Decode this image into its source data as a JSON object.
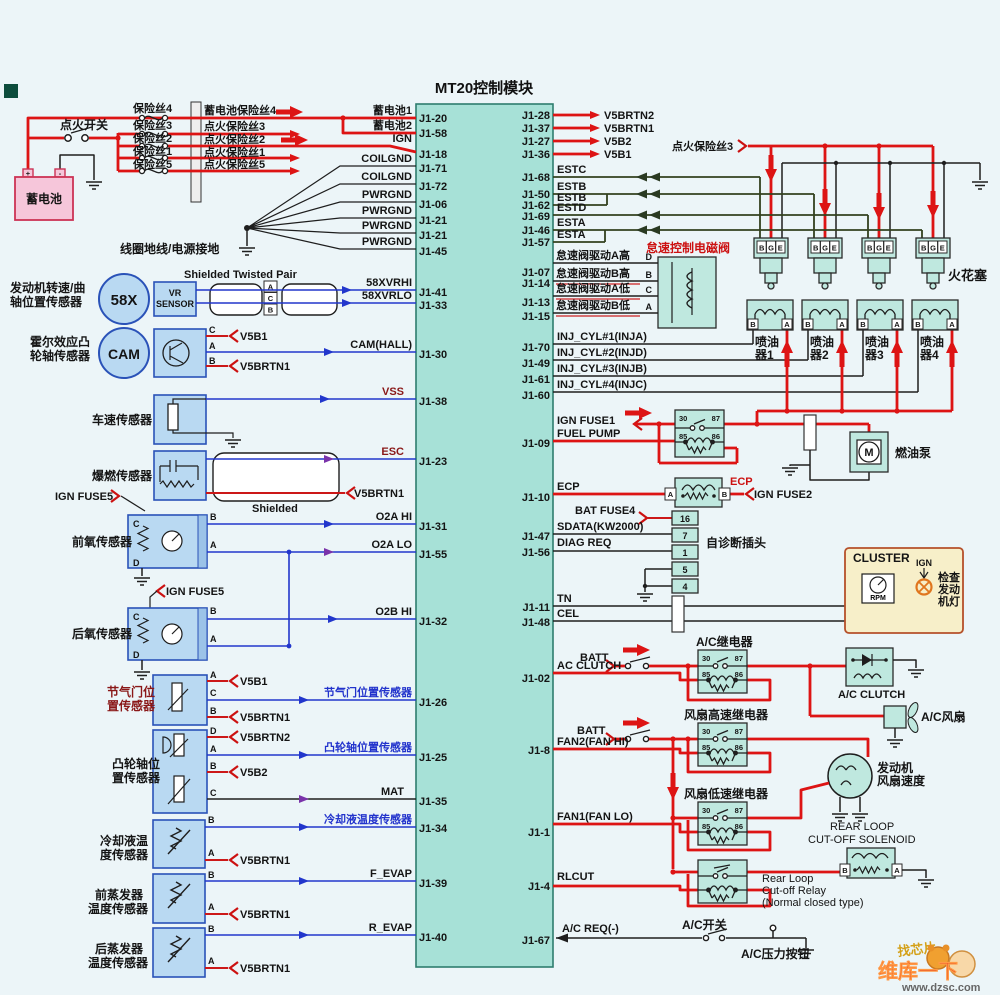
{
  "title": "MT20控制模块",
  "colors": {
    "power_wire": "#dd1414",
    "signal_wire": "#1e1e1e",
    "sensor_wire": "#2236cc",
    "est_wire": "#33411f",
    "module_fill": "#a7e1d7",
    "component_fill": "#bfe8df",
    "sensor_fill": "#b9d9f2",
    "battery_fill": "#f6c6da",
    "cluster_fill": "#f7efc9",
    "highlight_red": "#cc1111",
    "blue_label": "#2233cc"
  },
  "letters": {
    "a": "A",
    "b": "B",
    "c": "C",
    "d": "D"
  },
  "power": {
    "battery": "蓄电池",
    "plus": "+",
    "minus": "-",
    "ignition_switch": "点火开关",
    "fuses": [
      "保险丝4",
      "保险丝3",
      "保险丝2",
      "保险丝1",
      "保险丝5"
    ],
    "fuse_outputs": [
      "蓄电池保险丝4",
      "点火保险丝3",
      "点火保险丝2",
      "点火保险丝1",
      "点火保险丝5"
    ],
    "coil_ground": "线圈地线/电源接地"
  },
  "module": {
    "left_pins": [
      "J1-20",
      "J1-58",
      "J1-18",
      "J1-71",
      "J1-72",
      "J1-06",
      "J1-21",
      "J1-21",
      "J1-45",
      "J1-41",
      "J1-33",
      "J1-30",
      "J1-38",
      "J1-23",
      "J1-31",
      "J1-55",
      "J1-32",
      "J1-26",
      "J1-25",
      "J1-35",
      "J1-34",
      "J1-39",
      "J1-40"
    ],
    "left_wire_labels": [
      "蓄电池1",
      "蓄电池2",
      "IGN",
      "COILGND",
      "COILGND",
      "PWRGND",
      "PWRGND",
      "PWRGND",
      "PWRGND"
    ],
    "sensor_wire_labels": [
      "58XVRHI",
      "58XVRLO",
      "CAM(HALL)",
      "VSS",
      "ESC",
      "O2A HI",
      "O2A LO",
      "O2B HI",
      "节气门位置传感器",
      "凸轮轴位置传感器",
      "MAT",
      "冷却液温度传感器",
      "F_EVAP",
      "R_EVAP"
    ],
    "right_pins": [
      "J1-28",
      "J1-37",
      "J1-27",
      "J1-36",
      "J1-68",
      "J1-50",
      "J1-62",
      "J1-69",
      "J1-46",
      "J1-57",
      "J1-07",
      "J1-14",
      "J1-13",
      "J1-15",
      "J1-70",
      "J1-49",
      "J1-61",
      "J1-60",
      "J1-09",
      "J1-10",
      "J1-47",
      "J1-56",
      "J1-11",
      "J1-48",
      "J1-02",
      "J1-8",
      "J1-1",
      "J1-4",
      "J1-67"
    ]
  },
  "sensors": {
    "names": [
      [
        "发动机转速/曲",
        "轴位置传感器"
      ],
      [
        "霍尔效应凸",
        "轮轴传感器"
      ],
      [
        "车速传感器"
      ],
      [
        "爆燃传感器"
      ],
      [
        "前氧传感器"
      ],
      [
        "后氧传感器"
      ],
      [
        "节气门位",
        "置传感器"
      ],
      [
        "凸轮轴位",
        "置传感器"
      ],
      [
        "冷却液温",
        "度传感器"
      ],
      [
        "前蒸发器",
        "温度传感器"
      ],
      [
        "后蒸发器",
        "温度传感器"
      ]
    ],
    "crank_dial": "58X",
    "vr": "VR",
    "vr2": "SENSOR",
    "stp": "Shielded Twisted Pair",
    "cam_dial": "CAM",
    "shielded": "Shielded",
    "ign_fuse5": "IGN FUSE5",
    "v5b1": "V5B1",
    "v5b2": "V5B2",
    "v5brtn1": "V5BRTN1",
    "v5brtn2": "V5BRTN2"
  },
  "right": {
    "v5_labels": [
      "V5BRTN2",
      "V5BRTN1",
      "V5B2",
      "V5B1"
    ],
    "ign_fuse3": "点火保险丝3",
    "est_labels": [
      "ESTC",
      "ESTB",
      "ESTB",
      "ESTD",
      "ESTA",
      "ESTA"
    ],
    "spark_plug": "火花塞",
    "coil_terms": [
      "B",
      "G",
      "E"
    ],
    "idle_valve_title": "怠速控制电磁阀",
    "idle_labels": [
      "怠速阀驱动A高",
      "怠速阀驱动B高",
      "怠速阀驱动A低",
      "怠速阀驱动B低"
    ],
    "idle_pins": [
      "D",
      "B",
      "C",
      "A"
    ],
    "inj_labels": [
      "INJ_CYL#1(INJA)",
      "INJ_CYL#2(INJD)",
      "INJ_CYL#3(INJB)",
      "INJ_CYL#4(INJC)"
    ],
    "injectors": [
      [
        "喷油",
        "器1"
      ],
      [
        "喷油",
        "器2"
      ],
      [
        "喷油",
        "器3"
      ],
      [
        "喷油",
        "器4"
      ]
    ],
    "ign_fuse1": "IGN FUSE1",
    "fuel_pump_en": "FUEL PUMP",
    "fuel_pump_cn": "燃油泵",
    "motor": "M",
    "relay_pins": [
      "30",
      "87",
      "85",
      "86"
    ],
    "ecp": "ECP",
    "ign_fuse2": "IGN FUSE2",
    "bat_fuse4": "BAT FUSE4",
    "sdata": "SDATA(KW2000)",
    "diag_req": "DIAG REQ",
    "diag_title": "自诊断插头",
    "diag_pins": [
      "16",
      "7",
      "1",
      "5",
      "4"
    ],
    "tn": "TN",
    "cel": "CEL",
    "cluster": {
      "title": "CLUSTER",
      "rpm": "RPM",
      "ign": "IGN",
      "lamp": [
        "检查",
        "发动",
        "机灯"
      ]
    },
    "batt": "BATT",
    "ac_relay": "A/C继电器",
    "ac_clutch_wire": "AC CLUTCH",
    "ac_clutch": "A/C CLUTCH",
    "ac_fan": "A/C风扇",
    "fan_hi": "风扇高速继电器",
    "fan_lo": "风扇低速继电器",
    "fan2": "FAN2(FAN HI)",
    "fan1": "FAN1(FAN LO)",
    "engine_fan": [
      "发动机",
      "风扇速度"
    ],
    "rlcut": "RLCUT",
    "rear_solenoid": [
      "REAR LOOP",
      "CUT-OFF SOLENOID"
    ],
    "rear_relay": [
      "Rear Loop",
      "Cut-off Relay",
      "(Normal closed type)"
    ],
    "ac_req": "A/C REQ(-)",
    "ac_switch": "A/C开关",
    "ac_pressure": "A/C压力按钮"
  },
  "watermark": {
    "brand": "维库一下",
    "url": "www.dzsc.com",
    "slogan": "找芯片"
  }
}
